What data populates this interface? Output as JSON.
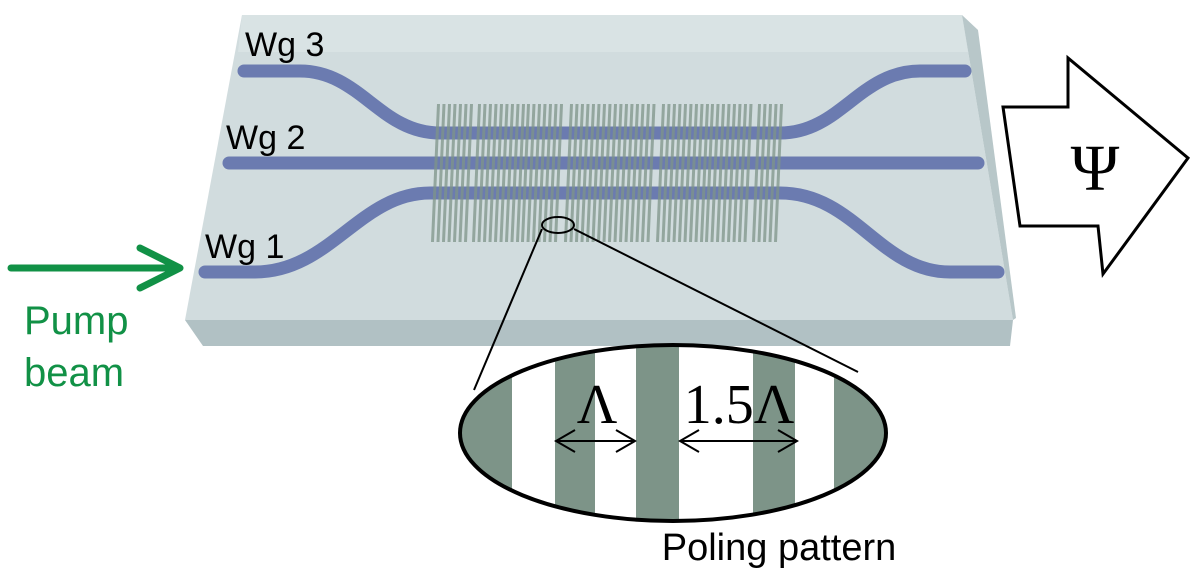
{
  "labels": {
    "wg3": "Wg 3",
    "wg2": "Wg 2",
    "wg1": "Wg 1",
    "pump_line1": "Pump",
    "pump_line2": "beam",
    "psi": "Ψ",
    "lambda": "Λ",
    "lambda_15": "1.5Λ",
    "poling_caption": "Poling pattern"
  },
  "colors": {
    "chip_top": "#c9d6d8",
    "chip_front": "#b3c3c6",
    "chip_side": "#c2d0d2",
    "waveguide": "#6b7bb0",
    "poling_stripe": "#7d9488",
    "pump_green": "#119146",
    "outline": "#000000"
  },
  "icons": {
    "pump_arrow": "right-arrow-icon",
    "output_arrow": "block-arrow-icon"
  }
}
